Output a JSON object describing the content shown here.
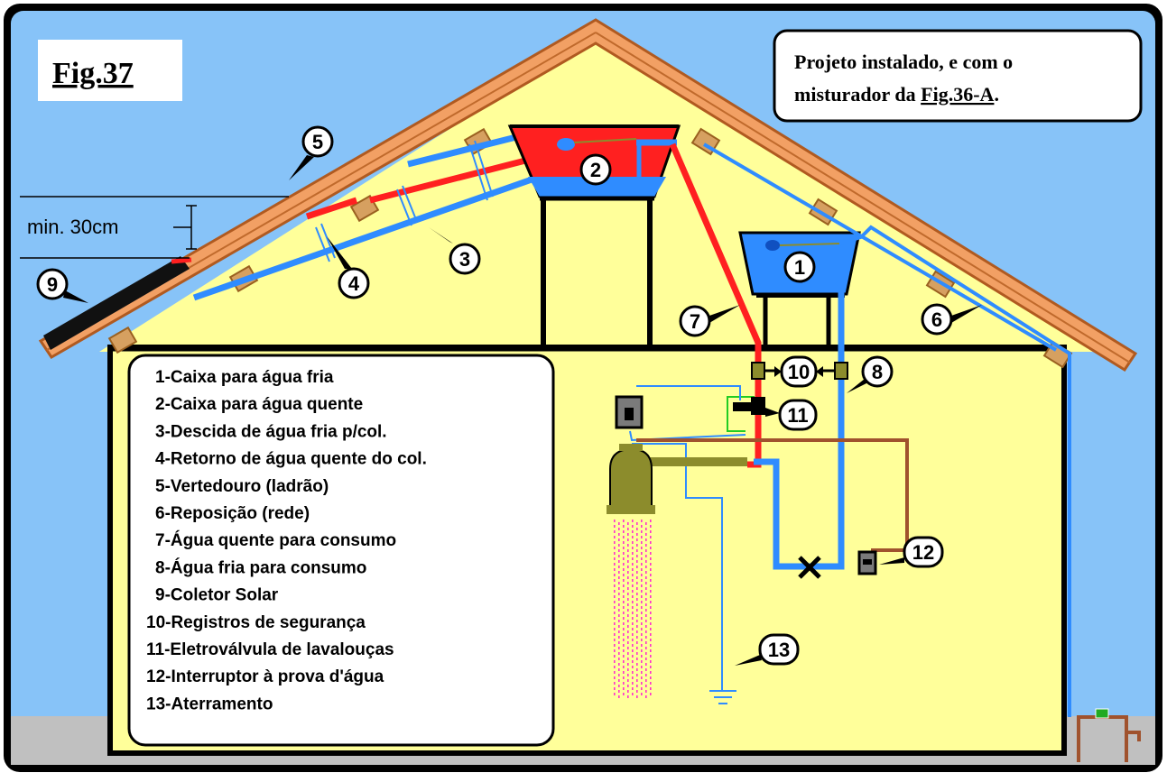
{
  "figure": {
    "title": "Fig.37",
    "note_line1": "Projeto instalado, e com o",
    "note_line2_prefix": "misturador da ",
    "note_line2_link": "Fig.36-A",
    "note_line2_suffix": ".",
    "min_distance": "min. 30cm"
  },
  "callouts": {
    "c1": "1",
    "c2": "2",
    "c3": "3",
    "c4": "4",
    "c5": "5",
    "c6": "6",
    "c7": "7",
    "c8": "8",
    "c9": "9",
    "c10": "10",
    "c11": "11",
    "c12": "12",
    "c13": "13"
  },
  "legend": {
    "items": [
      "1-Caixa para água fria",
      "2-Caixa para água quente",
      "3-Descida de água fria p/col.",
      "4-Retorno de água quente do col.",
      "5-Vertedouro (ladrão)",
      "6-Reposição (rede)",
      "7-Água quente para consumo",
      "8-Água fria para consumo",
      "9-Coletor Solar",
      "10-Registros de segurança",
      "11-Eletroválvula de lavalouças",
      "12-Interruptor à prova d'água",
      "13-Aterramento"
    ]
  },
  "colors": {
    "sky": "#87c3f8",
    "wall": "#ffff9a",
    "roof": "#f2a064",
    "ground": "#c0c0c0",
    "hot_pipe": "#ff2020",
    "cold_pipe": "#2f8cff",
    "olive": "#8c8c2c",
    "brown_wire": "#a0522d"
  }
}
